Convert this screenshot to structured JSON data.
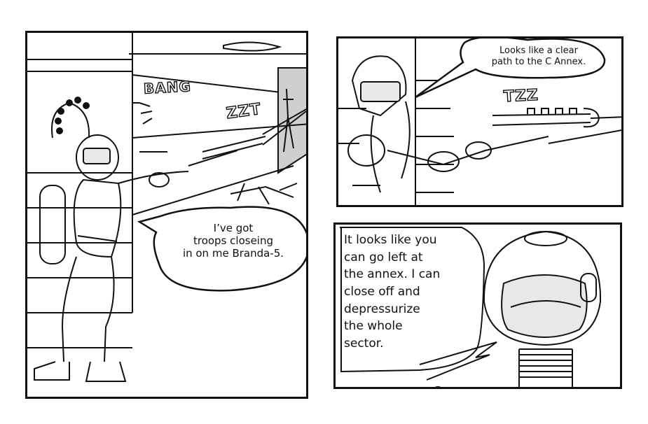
{
  "panel1": {
    "sfx_bang": "BANG",
    "sfx_zzt": "ZZT",
    "bubble_lines": [
      "I’ve got",
      "troops closeing",
      "in on me Branda-5."
    ]
  },
  "panel2": {
    "bubble_lines": [
      "Looks like a clear",
      "path to the C Annex."
    ],
    "sfx_tzz": "TZZ"
  },
  "panel3": {
    "bubble_lines": [
      "It looks like you",
      "can go left  at",
      "the annex.  I can",
      "close off and",
      "depressurize",
      "the whole",
      "sector."
    ]
  },
  "colors": {
    "ink": "#111111",
    "paper": "#ffffff"
  }
}
